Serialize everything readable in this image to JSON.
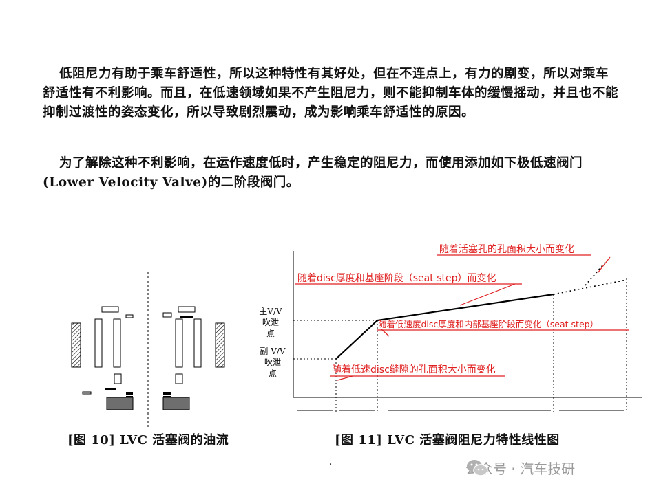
{
  "document": {
    "paragraphs": [
      "低阻尼力有助于乘车舒适性，所以这种特性有其好处，但在不连点上，有力的剧变，所以对乘车舒适性有不利影响。而且，在低速领域如果不产生阻尼力，则不能抑制车体的缓慢摇动，并且也不能抑制过渡性的姿态变化，所以导致剧烈震动，成为影响乘车舒适性的原因。",
      "为了解除这种不利影响，在运作速度低时，产生稳定的阻尼力，而使用添加如下极低速阀门(Lower Velocity Valve)的二阶段阀门。"
    ]
  },
  "figure10": {
    "caption": "[图 10] LVC 活塞阀的油流"
  },
  "figure11": {
    "caption": "[图 11] LVC 活塞阀阻尼力特性线性图",
    "y_label_main": [
      "主V/V",
      "吹泄",
      "点"
    ],
    "y_label_sub": [
      "副 V/V",
      "吹泄",
      "点"
    ],
    "annotations": {
      "orifice_area": "随着活塞孔的孔面积大小而变化",
      "disc_thickness_seat": "随着disc厚度和基座阶段（seat step）而变化",
      "low_speed_disc": "随着低速度disc厚度和内部基座阶段而变化（seat step）",
      "low_speed_gap": "随着低速disc缝隙的孔面积大小而变化"
    },
    "colors": {
      "annotation": "#e02020",
      "curve": "#000000"
    }
  },
  "watermark": {
    "text": "公众号 · 汽车技研",
    "icon": "wechat-icon"
  },
  "stray_mark": "·"
}
